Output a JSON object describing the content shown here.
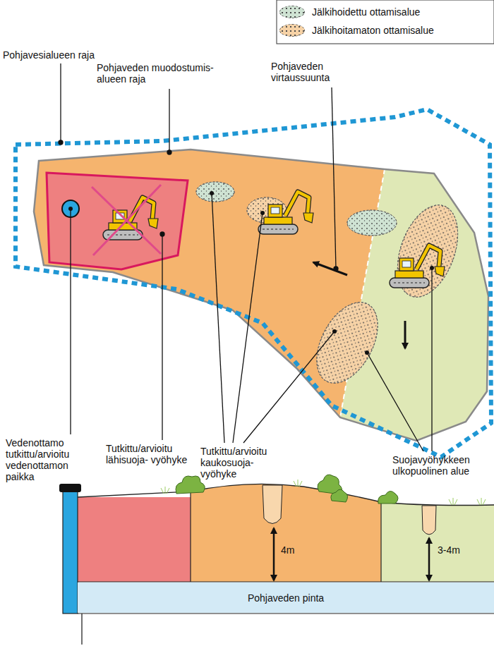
{
  "diagram": {
    "nodes": [
      {
        "text": [
          "Pohjaveden pinta"
        ]
      }
    ],
    "edges": [],
    "labels": [
      "Pohjavesialueen raja",
      "Pohjaveden muodostumis- alueen raja",
      "Pohjaveden virtaussuunta",
      "Vedenottamo tutkittu/arvioitu vedenottamon paikka",
      "Tutkittu/arvioitu lähisuoja- vyöhyke",
      "Tutkittu/arvioitu kaukosuoja- vyöhyke",
      "Suojavyöhykkeen ulkopuolinen alue",
      "4m",
      "3-4m"
    ],
    "legend": [
      {
        "text": "Jälkihoidettu ottamisalue",
        "color": "#cfe3d3"
      },
      {
        "text": "Jälkihoitamaton ottamisalue",
        "color": "#f6d2a6"
      }
    ]
  }
}
